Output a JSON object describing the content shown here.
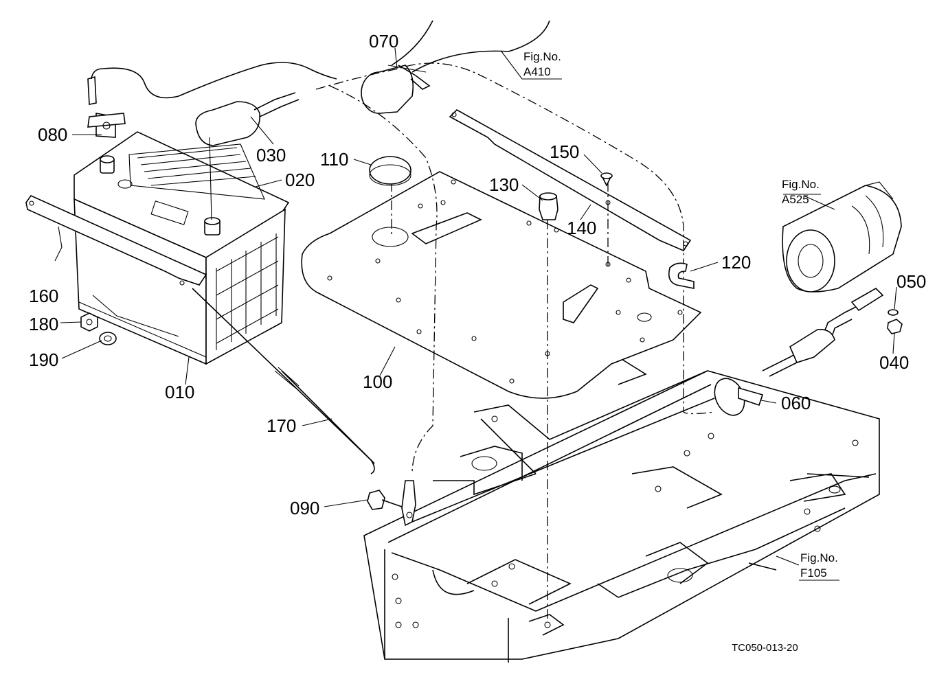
{
  "diagram": {
    "part_labels": {
      "p010": "010",
      "p020": "020",
      "p030": "030",
      "p040": "040",
      "p050": "050",
      "p060": "060",
      "p070": "070",
      "p080": "080",
      "p090": "090",
      "p100": "100",
      "p110": "110",
      "p120": "120",
      "p130": "130",
      "p140": "140",
      "p150": "150",
      "p160": "160",
      "p170": "170",
      "p180": "180",
      "p190": "190"
    },
    "figure_refs": {
      "a410": {
        "line1": "Fig.No.",
        "line2": "A410"
      },
      "a525": {
        "line1": "Fig.No.",
        "line2": "A525"
      },
      "f105": {
        "line1": "Fig.No.",
        "line2": "F105"
      }
    },
    "drawing_code": "TC050-013-20"
  }
}
